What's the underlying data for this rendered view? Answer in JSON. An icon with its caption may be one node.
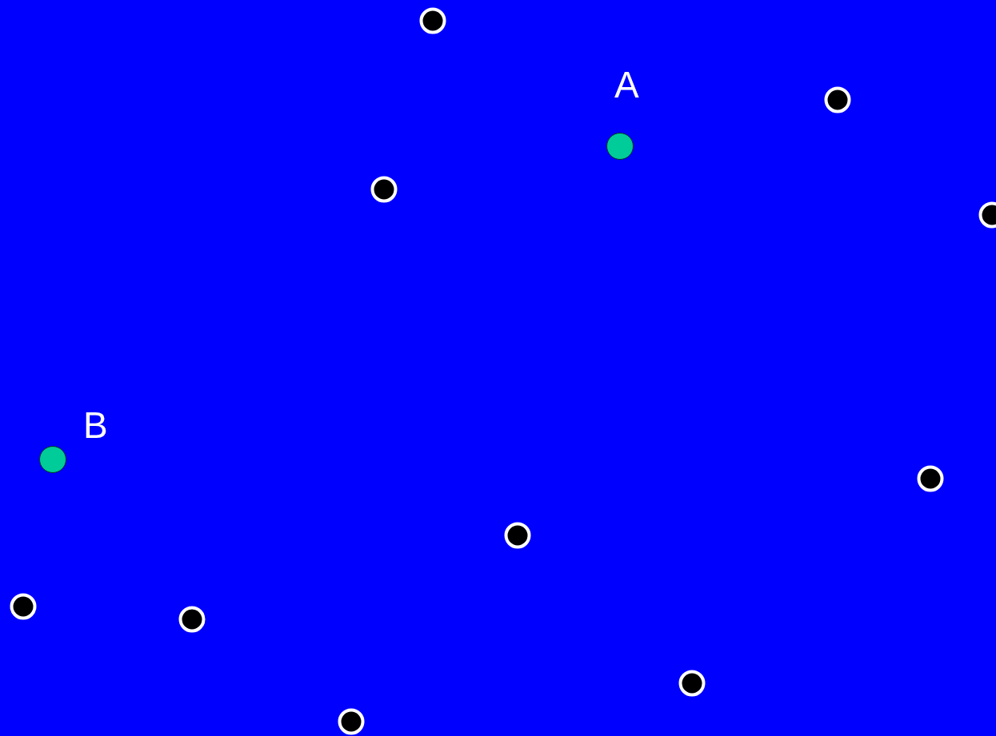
{
  "diagram": {
    "nodes": [
      {
        "text": [],
        "shape": "circle"
      },
      {
        "text": [],
        "shape": "circle"
      },
      {
        "text": [],
        "shape": "circle",
        "beside": [
          "A"
        ]
      },
      {
        "text": [],
        "shape": "circle"
      },
      {
        "text": [],
        "shape": "circle"
      },
      {
        "text": [],
        "shape": "circle",
        "beside": [
          "B"
        ]
      },
      {
        "text": [],
        "shape": "circle"
      },
      {
        "text": [],
        "shape": "circle"
      },
      {
        "text": [],
        "shape": "circle"
      },
      {
        "text": [],
        "shape": "circle"
      },
      {
        "text": [],
        "shape": "circle"
      },
      {
        "text": [],
        "shape": "circle"
      }
    ]
  }
}
